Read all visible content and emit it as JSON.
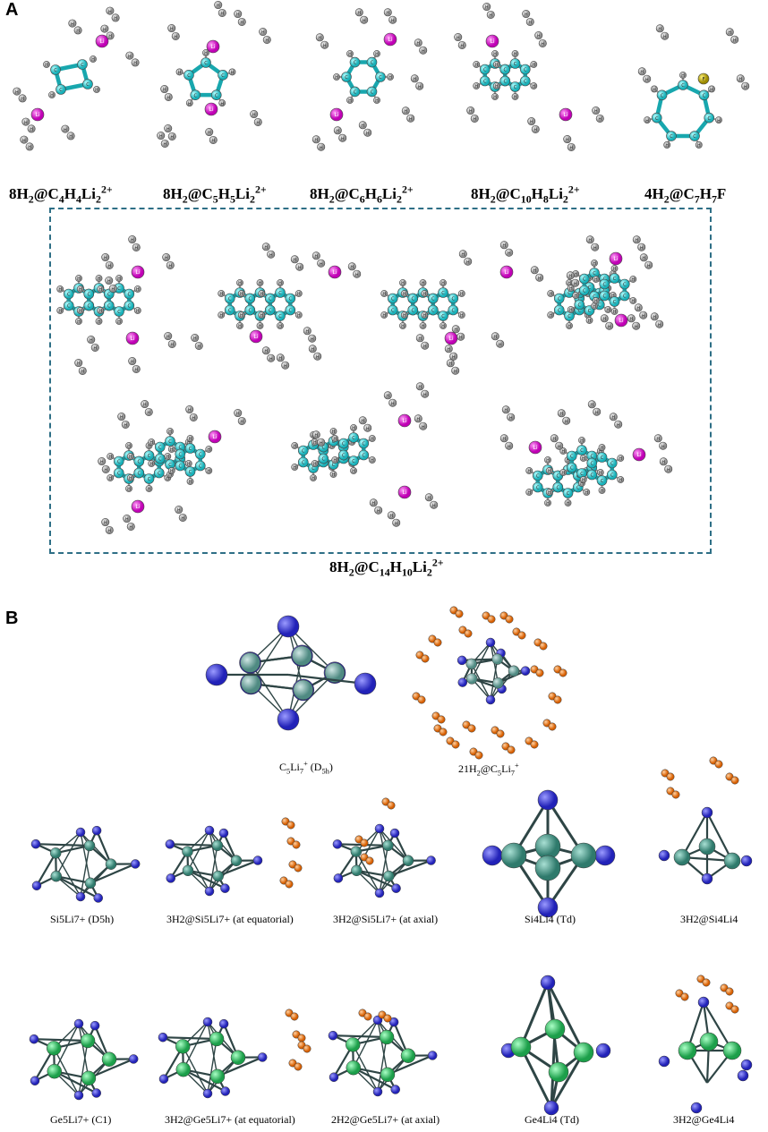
{
  "panel_a": {
    "letter": "A",
    "molecules": [
      {
        "pre": "8H",
        "s1": "2",
        "mid": "@C",
        "s2": "4",
        "mid2": "H",
        "s3": "4",
        "mid3": "Li",
        "s4": "2",
        "sup": "2+"
      },
      {
        "pre": "8H",
        "s1": "2",
        "mid": "@C",
        "s2": "5",
        "mid2": "H",
        "s3": "5",
        "mid3": "Li",
        "s4": "2",
        "sup": "2+"
      },
      {
        "pre": "8H",
        "s1": "2",
        "mid": "@C",
        "s2": "6",
        "mid2": "H",
        "s3": "6",
        "mid3": "Li",
        "s4": "2",
        "sup": "2+"
      },
      {
        "pre": "8H",
        "s1": "2",
        "mid": "@C",
        "s2": "10",
        "mid2": "H",
        "s3": "8",
        "mid3": "Li",
        "s4": "2",
        "sup": "2+"
      },
      {
        "pre": "4H",
        "s1": "2",
        "mid": "@C",
        "s2": "7",
        "mid2": "H",
        "s3": "7",
        "mid3": "F",
        "s4": "",
        "sup": ""
      }
    ],
    "boxed": {
      "pre": "8H",
      "s1": "2",
      "mid": "@C",
      "s2": "14",
      "mid2": "H",
      "s3": "10",
      "mid3": "Li",
      "s4": "2",
      "sup": "2+"
    },
    "atom_labels": {
      "hydrogen": "H",
      "carbon": "C",
      "lithium": "Li",
      "fluorine": "F"
    }
  },
  "panel_b": {
    "letter": "B",
    "top_row": [
      {
        "a": "C",
        "a_sub": "5",
        "b": "Li",
        "b_sub": "7",
        "sup": "+",
        "tail": " (D",
        "tail_sub": "5h",
        "end": ")"
      },
      {
        "a": "21H",
        "a_sub": "2",
        "b": "@C",
        "b_sub": "5",
        "c": "Li",
        "c_sub": "7",
        "sup": "+"
      }
    ],
    "row2": [
      "Si5Li7+ (D5h)",
      "3H2@Si5Li7+ (at equatorial)",
      "3H2@Si5Li7+ (at axial)",
      "Si4Li4 (Td)",
      "3H2@Si4Li4"
    ],
    "row3": [
      "Ge5Li7+  (C1)",
      "3H2@Ge5Li7+ (at equatorial)",
      "2H2@Ge5Li7+ (at axial)",
      "Ge4Li4 (Td)",
      "3H2@Ge4Li4"
    ]
  },
  "colors": {
    "carbon": "#22c7cf",
    "hydrogen": "#bdbdbd",
    "lithium": "#e020d0",
    "fluorine": "#b8a400",
    "li_blue": "#3d3dd8",
    "si": "#5f9e95",
    "ge": "#2fcf6a",
    "h2_orange": "#ef7a1a",
    "box": "#2e6f86"
  }
}
